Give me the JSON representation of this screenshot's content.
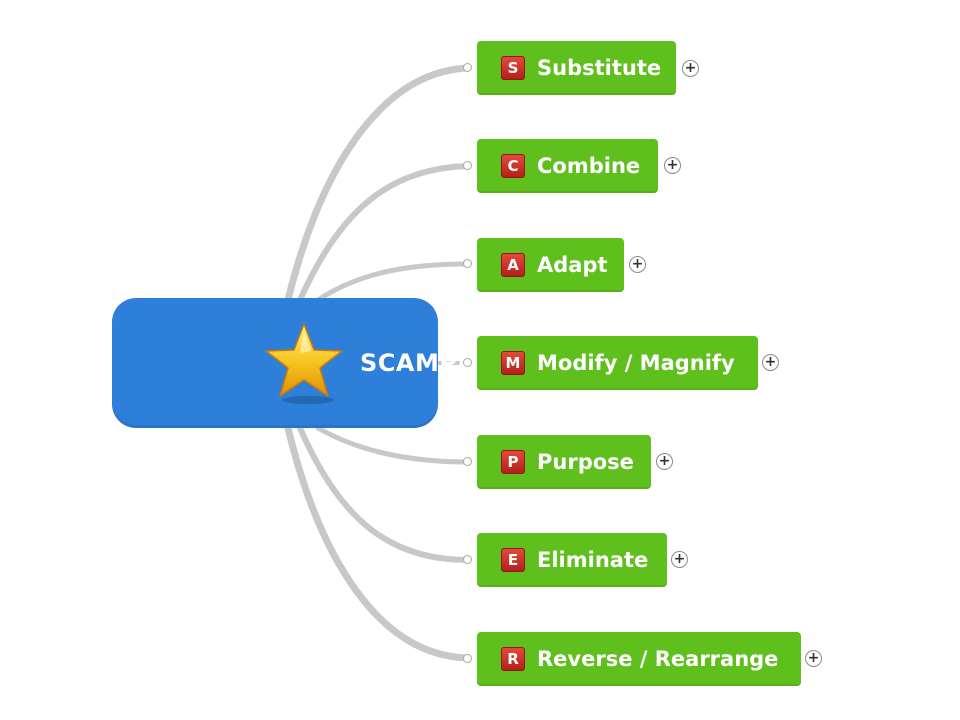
{
  "central_topic": {
    "label": "SCAMPER",
    "icon": "star-icon",
    "color": "#2d7fd9"
  },
  "branches": [
    {
      "letter": "S",
      "label": "Substitute"
    },
    {
      "letter": "C",
      "label": "Combine"
    },
    {
      "letter": "A",
      "label": "Adapt"
    },
    {
      "letter": "M",
      "label": "Modify / Magnify"
    },
    {
      "letter": "P",
      "label": "Purpose"
    },
    {
      "letter": "E",
      "label": "Eliminate"
    },
    {
      "letter": "R",
      "label": "Reverse / Rearrange"
    }
  ],
  "colors": {
    "branch_fill": "#5fbf1c",
    "letter_badge": "#c8281e",
    "connector": "#c8c8c8"
  },
  "expand_glyph": "+"
}
